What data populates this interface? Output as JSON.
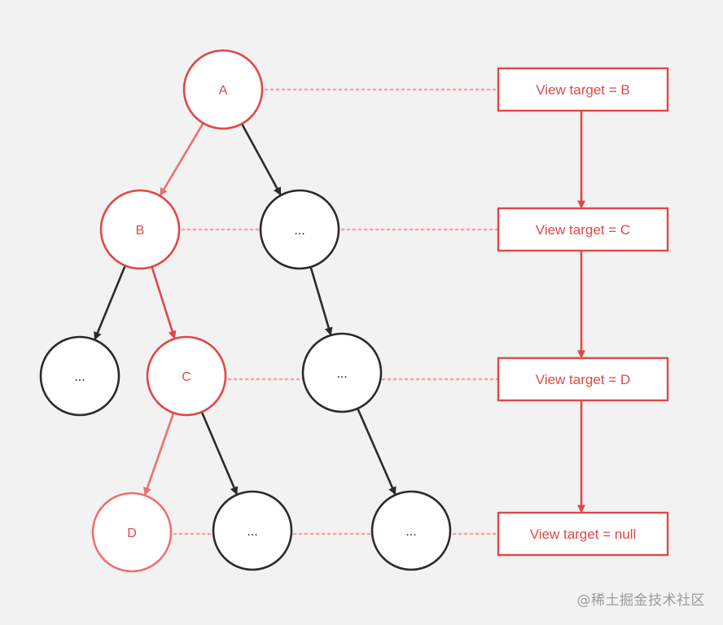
{
  "colors": {
    "background": "#f2f2f2",
    "highlight": "#e04848",
    "highlight_light": "#ee7070",
    "dotted": "#f0a6a6",
    "node_default": "#2b2b2b"
  },
  "nodes": [
    {
      "id": "A",
      "label": "A",
      "highlight": "strong"
    },
    {
      "id": "B",
      "label": "B",
      "highlight": "strong"
    },
    {
      "id": "R1",
      "label": "...",
      "highlight": "none"
    },
    {
      "id": "L2",
      "label": "...",
      "highlight": "none"
    },
    {
      "id": "C",
      "label": "C",
      "highlight": "strong"
    },
    {
      "id": "R2",
      "label": "...",
      "highlight": "none"
    },
    {
      "id": "D",
      "label": "D",
      "highlight": "light"
    },
    {
      "id": "C_child",
      "label": "...",
      "highlight": "none"
    },
    {
      "id": "R3",
      "label": "...",
      "highlight": "none"
    }
  ],
  "edges": [
    {
      "from": "A",
      "to": "B",
      "highlight": "light"
    },
    {
      "from": "A",
      "to": "R1",
      "highlight": "none"
    },
    {
      "from": "B",
      "to": "L2",
      "highlight": "none"
    },
    {
      "from": "B",
      "to": "C",
      "highlight": "strong"
    },
    {
      "from": "R1",
      "to": "R2",
      "highlight": "none"
    },
    {
      "from": "C",
      "to": "D",
      "highlight": "light"
    },
    {
      "from": "C",
      "to": "C_child",
      "highlight": "none"
    },
    {
      "from": "R2",
      "to": "R3",
      "highlight": "none"
    }
  ],
  "targets": [
    {
      "id": "t1",
      "label": "View target = B",
      "row_node": "A"
    },
    {
      "id": "t2",
      "label": "View target = C",
      "row_node": "B"
    },
    {
      "id": "t3",
      "label": "View target = D",
      "row_node": "C"
    },
    {
      "id": "t4",
      "label": "View target = null",
      "row_node": "D"
    }
  ],
  "watermark": "@稀土掘金技术社区"
}
